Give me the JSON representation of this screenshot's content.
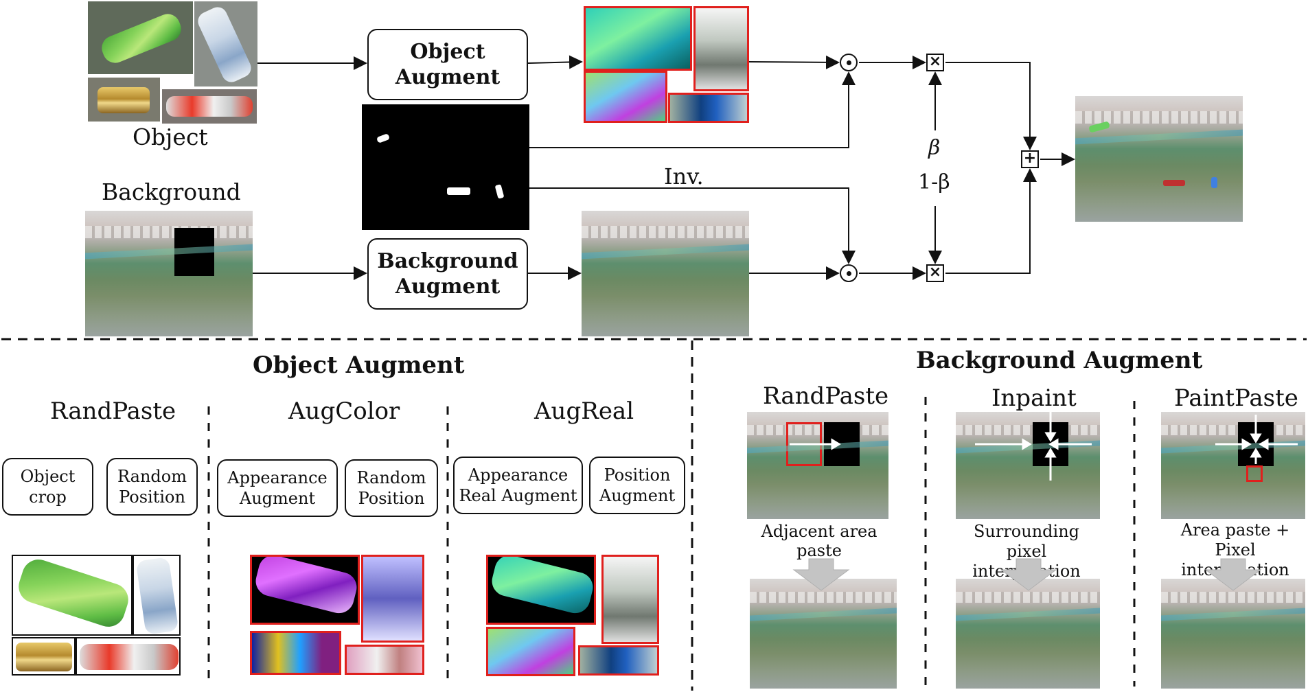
{
  "top": {
    "object_label": "Object",
    "background_label": "Background",
    "object_augment": "Object\nAugment",
    "background_augment": "Background\nAugment",
    "inv_label": "Inv.",
    "beta_label": "β",
    "one_minus_beta_label": "1-β",
    "multiply_symbol": "×",
    "add_symbol": "+"
  },
  "object_augment_section": {
    "title": "Object Augment",
    "methods": [
      {
        "name": "RandPaste",
        "step1": "Object\ncrop",
        "step2": "Random\nPosition"
      },
      {
        "name": "AugColor",
        "step1": "Appearance\nAugment",
        "step2": "Random\nPosition"
      },
      {
        "name": "AugReal",
        "step1": "Appearance\nReal Augment",
        "step2": "Position\nAugment"
      }
    ]
  },
  "background_augment_section": {
    "title": "Background Augment",
    "methods": [
      {
        "name": "RandPaste",
        "description": "Adjacent area paste"
      },
      {
        "name": "Inpaint",
        "description": "Surrounding pixel\ninterpolation"
      },
      {
        "name": "PaintPaste",
        "description": "Area paste +\nPixel interpolation"
      }
    ]
  },
  "colors": {
    "line": "#111111",
    "red_border": "#e0201d",
    "arrow_gray": "#c8c8c8"
  }
}
